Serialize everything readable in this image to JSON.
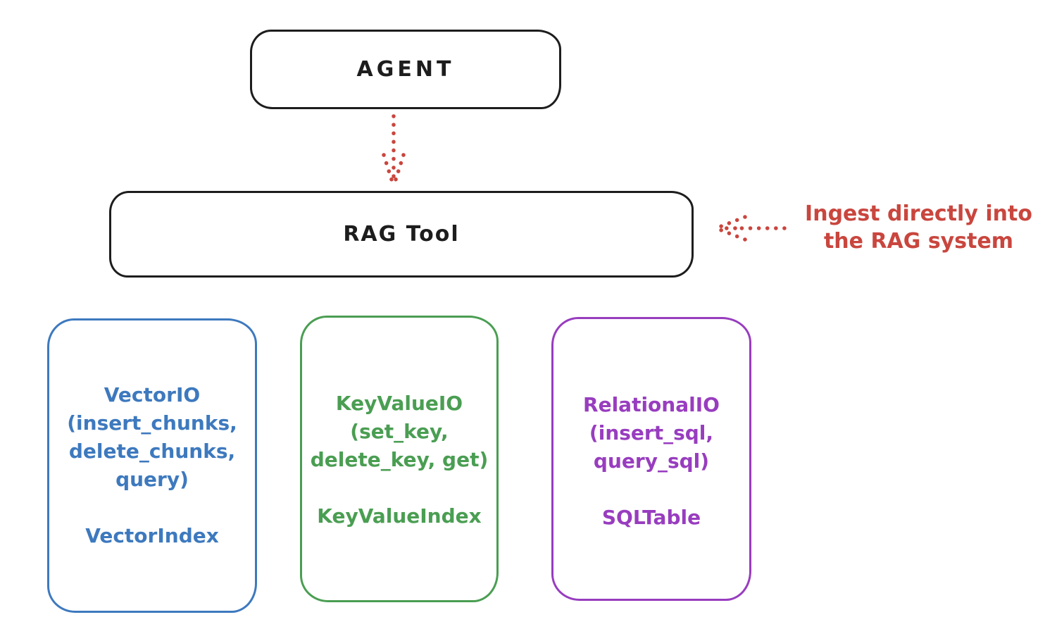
{
  "diagram": {
    "agent_box": {
      "label": "AGENT"
    },
    "rag_box": {
      "label": "RAG Tool"
    },
    "annotation": {
      "line1": "Ingest directly into",
      "line2": "the RAG system"
    },
    "storage_boxes": [
      {
        "id": "vector-io",
        "lines": [
          "VectorIO",
          "(insert_chunks,",
          "delete_chunks,",
          "query)"
        ],
        "footer": "VectorIndex",
        "color": "#3d79be"
      },
      {
        "id": "key-value-io",
        "lines": [
          "KeyValueIO",
          "(set_key,",
          "delete_key, get)"
        ],
        "footer": "KeyValueIndex",
        "color": "#4a9e52"
      },
      {
        "id": "relational-io",
        "lines": [
          "RelationalIO",
          "(insert_sql,",
          "query_sql)"
        ],
        "footer": "SQLTable",
        "color": "#983dbf"
      }
    ],
    "colors": {
      "ink": "#1d1d1d",
      "annotation_red": "#c9463e",
      "vector_blue": "#3d79be",
      "keyvalue_green": "#4a9e52",
      "relational_purple": "#983dbf"
    }
  }
}
